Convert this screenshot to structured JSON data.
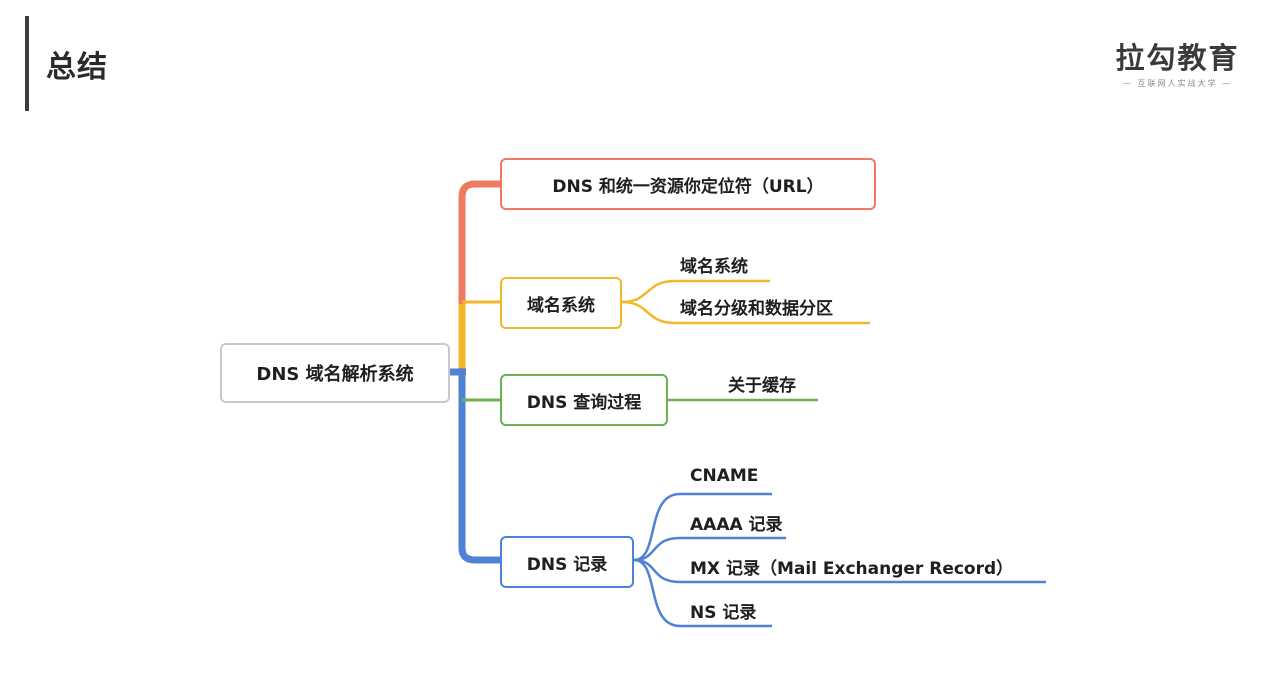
{
  "header": {
    "title": "总结",
    "logo": "拉勾教育",
    "logo_sub": "— 互联网人实战大学 —"
  },
  "colors": {
    "red": "#ef7a62",
    "yellow": "#f2b82a",
    "green": "#6cb250",
    "blue": "#4f82d6",
    "root_border": "#c8c8c8"
  },
  "mindmap": {
    "root": "DNS 域名解析系统",
    "branches": [
      {
        "label": "DNS 和统一资源你定位符（URL）",
        "color": "red",
        "children": []
      },
      {
        "label": "域名系统",
        "color": "yellow",
        "children": [
          "域名系统",
          "域名分级和数据分区"
        ]
      },
      {
        "label": "DNS 查询过程",
        "color": "green",
        "children": [
          "关于缓存"
        ]
      },
      {
        "label": "DNS 记录",
        "color": "blue",
        "children": [
          "CNAME",
          "AAAA 记录",
          "MX 记录（Mail Exchanger Record）",
          "NS 记录"
        ]
      }
    ]
  }
}
